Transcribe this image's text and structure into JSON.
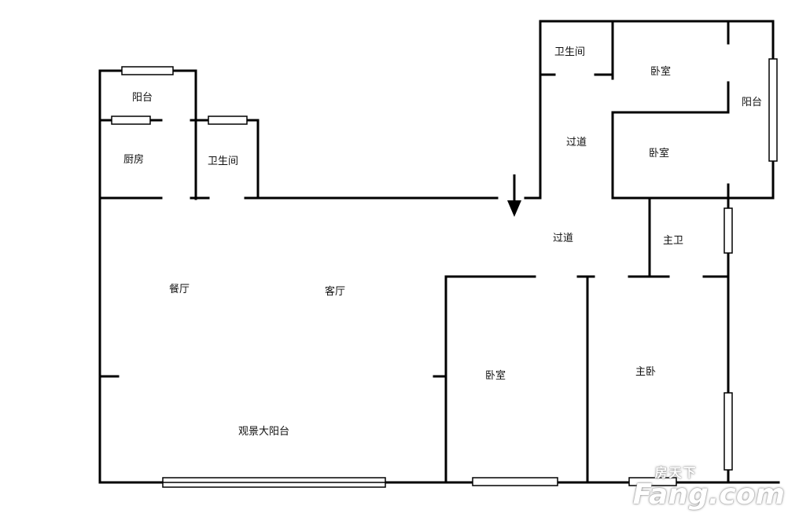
{
  "rooms": {
    "balcony_top_left": "阳台",
    "kitchen": "厨房",
    "bathroom_left": "卫生间",
    "bathroom_top": "卫生间",
    "bedroom_top": "卧室",
    "balcony_right": "阳台",
    "corridor_upper": "过道",
    "bedroom_mid": "卧室",
    "corridor_lower": "过道",
    "master_bath": "主卫",
    "dining": "餐厅",
    "living": "客厅",
    "bedroom_bottom": "卧室",
    "master_bedroom": "主卧",
    "view_balcony": "观景大阳台"
  },
  "logo": {
    "cn": "房天下",
    "en": "Fang.com"
  },
  "colors": {
    "wall": "#000000",
    "background": "#ffffff"
  }
}
